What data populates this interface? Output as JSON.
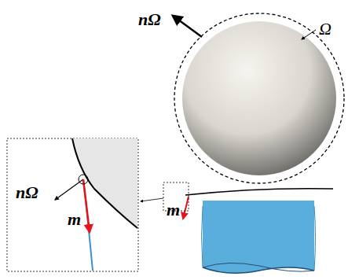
{
  "diagram": {
    "labels": [
      "nΩ",
      "Ω",
      "nΩ",
      "m",
      "m"
    ]
  }
}
